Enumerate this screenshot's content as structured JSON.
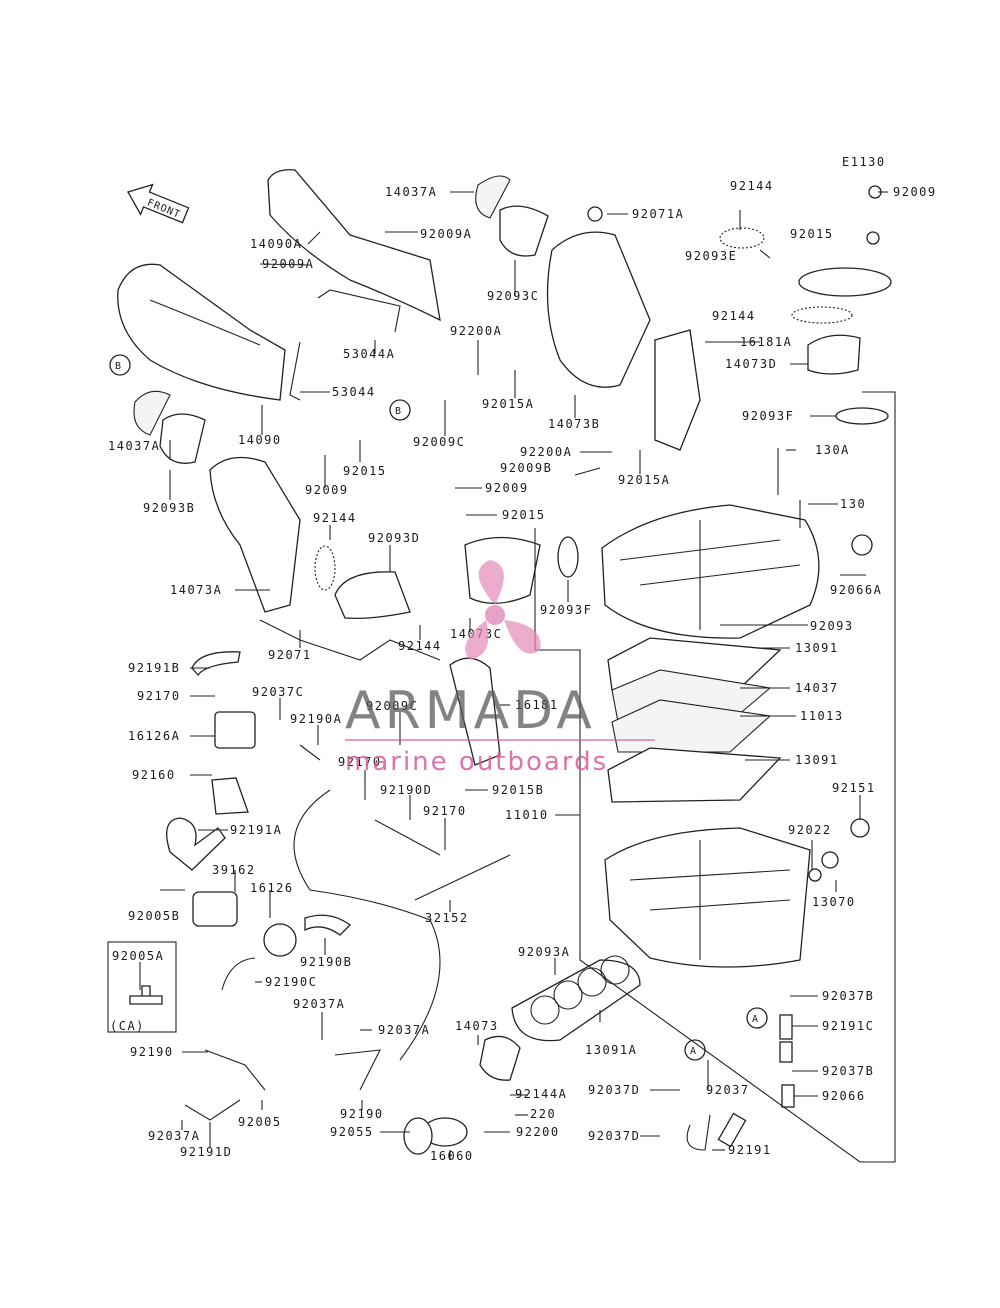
{
  "diagram_code": "E1130",
  "front_arrow_label": "FRONT",
  "watermark": {
    "brand": "ARMADA",
    "tagline": "marine outboards",
    "color_logo": "#e48ab8",
    "color_text": "#5a5a5a"
  },
  "ref_markers": [
    "A",
    "B"
  ],
  "inset_note": "(CA)",
  "part_labels": [
    "14037A",
    "92009",
    "92071A",
    "92144",
    "92015",
    "14090A",
    "92009A",
    "92093C",
    "92009A",
    "92093E",
    "92144",
    "53044A",
    "92200A",
    "16181A",
    "14073D",
    "53044",
    "92015A",
    "14090",
    "92009C",
    "14073B",
    "92093F",
    "14037A",
    "92200A",
    "130A",
    "92009B",
    "92015",
    "92015A",
    "92093B",
    "92009",
    "92009",
    "130",
    "92015",
    "92144",
    "92093D",
    "92066A",
    "14073A",
    "92093F",
    "92093",
    "92144",
    "14073C",
    "13091",
    "92071",
    "92191B",
    "14037",
    "92170",
    "92037C",
    "16181",
    "92009C",
    "11013",
    "16126A",
    "92190A",
    "13091",
    "92170",
    "92160",
    "92015B",
    "92151",
    "92190D",
    "92170",
    "11010",
    "92191A",
    "92022",
    "39162",
    "16126",
    "13070",
    "32152",
    "92005B",
    "92093A",
    "92005A",
    "92190B",
    "92037B",
    "92190C",
    "92037A",
    "14073",
    "92191C",
    "92037A",
    "92190",
    "13091A",
    "92144A",
    "92037D",
    "92037",
    "92037B",
    "220",
    "92005",
    "92190",
    "92200",
    "92066",
    "92055",
    "92037A",
    "92037D",
    "92191",
    "16060",
    "92191D"
  ]
}
